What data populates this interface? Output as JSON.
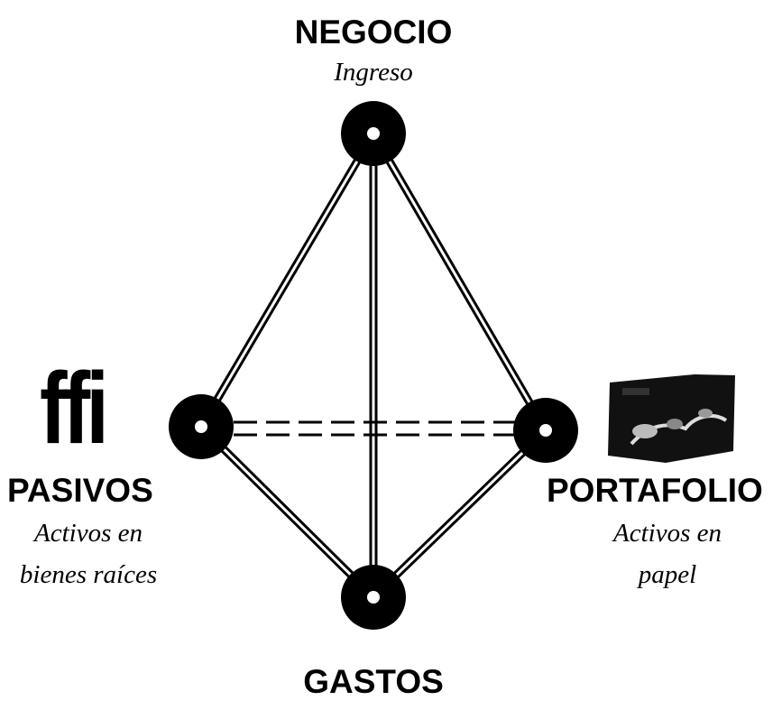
{
  "nodes": {
    "negocio": {
      "title": "NEGOCIO",
      "subtitle": "Ingreso"
    },
    "pasivos": {
      "title": "PASIVOS",
      "subtitle_line1": "Activos en",
      "subtitle_line2": "bienes raíces"
    },
    "portafolio": {
      "title": "PORTAFOLIO",
      "subtitle_line1": "Activos en",
      "subtitle_line2": "papel"
    },
    "gastos": {
      "title": "GASTOS"
    }
  },
  "artifact_glyph": "ffi",
  "colors": {
    "ink": "#000000",
    "background": "#ffffff"
  },
  "icons": [
    "node-circle-icon",
    "node-circle-icon",
    "node-circle-icon",
    "node-circle-icon",
    "photo-scrap-icon"
  ]
}
